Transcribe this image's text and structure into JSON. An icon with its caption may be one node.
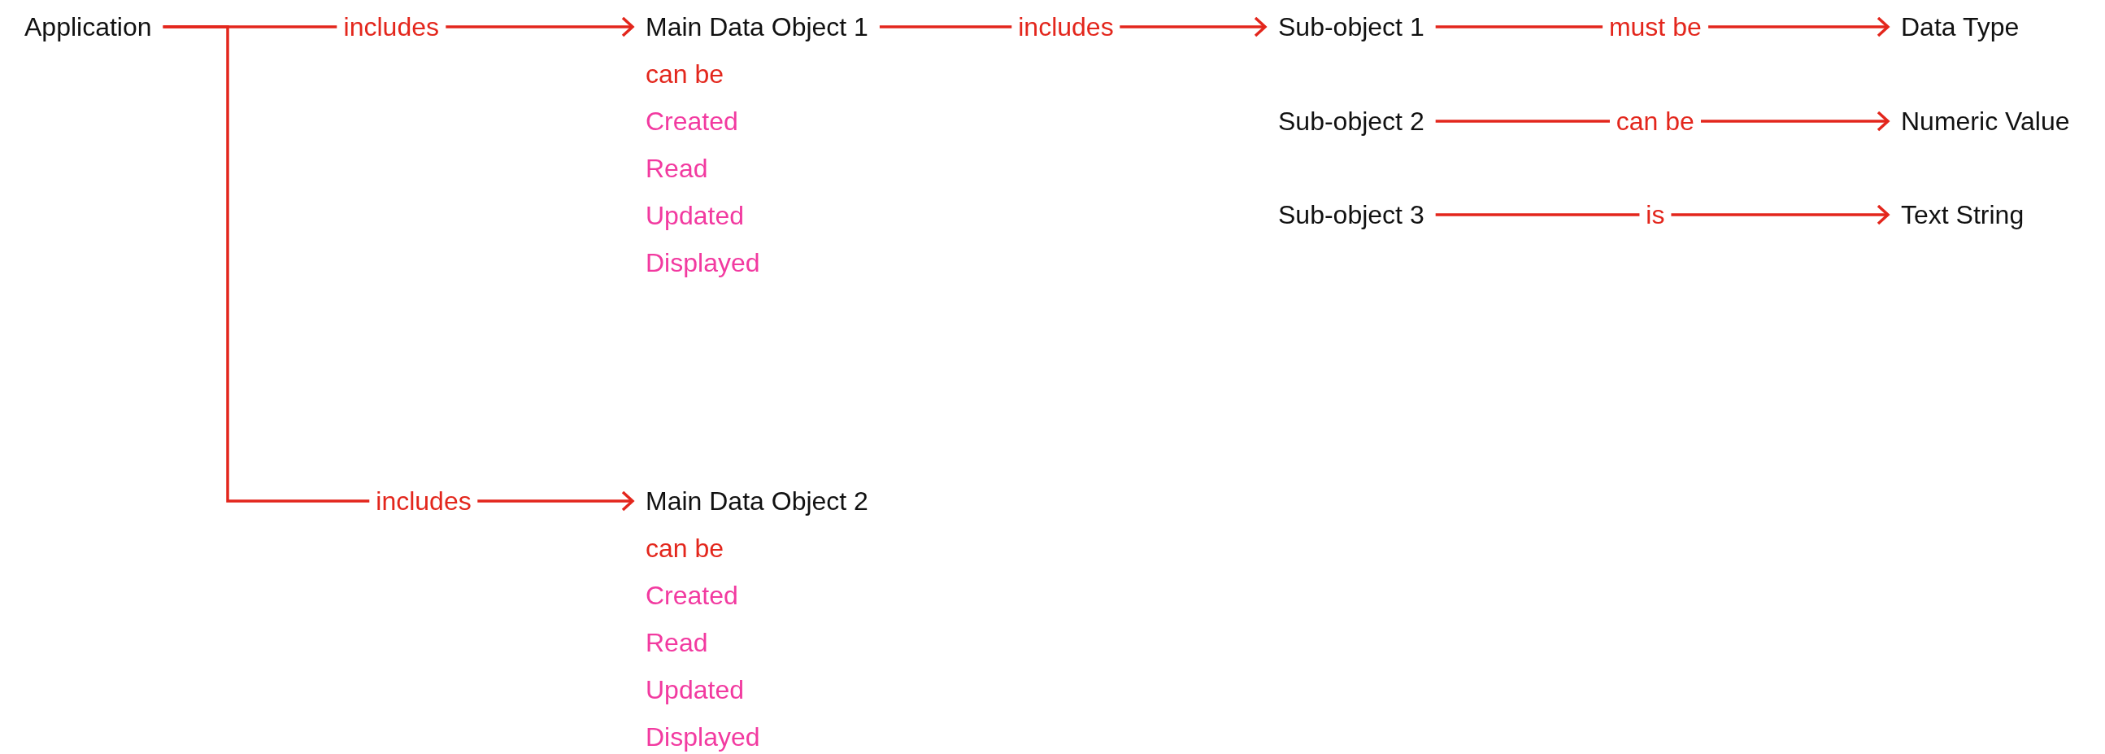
{
  "diagram": {
    "nodes": [
      {
        "text": [
          "Application"
        ]
      },
      {
        "text": [
          "Main Data Object 1"
        ],
        "beside": [
          "can be",
          "Created",
          "Read",
          "Updated",
          "Displayed"
        ]
      },
      {
        "text": [
          "Main Data Object 2"
        ],
        "beside": [
          "can be",
          "Created",
          "Read",
          "Updated",
          "Displayed"
        ]
      },
      {
        "text": [
          "Sub-object 1"
        ]
      },
      {
        "text": [
          "Sub-object 2"
        ]
      },
      {
        "text": [
          "Sub-object 3"
        ]
      },
      {
        "text": [
          "Data Type"
        ]
      },
      {
        "text": [
          "Numeric Value"
        ]
      },
      {
        "text": [
          "Text String"
        ]
      }
    ],
    "edges": [
      {
        "from": 0,
        "to": 1,
        "arrow": "to",
        "label": "includes"
      },
      {
        "from": 0,
        "to": 2,
        "arrow": "to",
        "label": "includes"
      },
      {
        "from": 1,
        "to": 3,
        "arrow": "to",
        "label": "includes"
      },
      {
        "from": 3,
        "to": 6,
        "arrow": "to",
        "label": "must be"
      },
      {
        "from": 4,
        "to": 7,
        "arrow": "to",
        "label": "can be"
      },
      {
        "from": 5,
        "to": 8,
        "arrow": "to",
        "label": "is"
      }
    ]
  }
}
